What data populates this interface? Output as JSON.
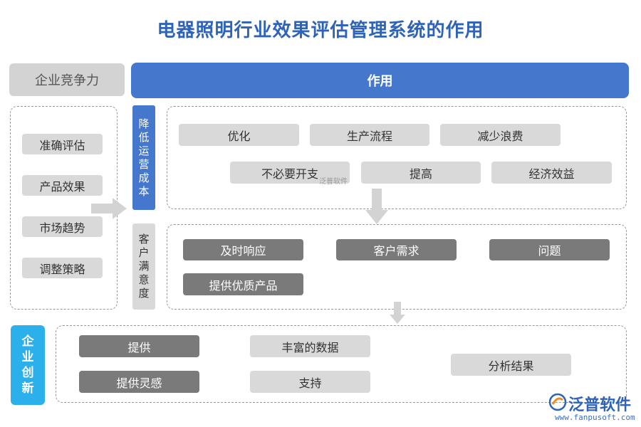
{
  "title": "电器照明行业效果评估管理系统的作用",
  "header": {
    "left": "企业竞争力",
    "right": "作用"
  },
  "left_items": [
    "准确评估",
    "产品效果",
    "市场趋势",
    "调整策略"
  ],
  "section1": {
    "label": "降低运营成本",
    "row1": [
      "优化",
      "生产流程",
      "减少浪费"
    ],
    "row2": [
      "不必要开支",
      "提高",
      "经济效益"
    ]
  },
  "section2": {
    "label": "客户满意度",
    "row1": [
      "及时响应",
      "客户需求",
      "问题"
    ],
    "row2": [
      "提供优质产品"
    ]
  },
  "section3": {
    "label": "企业创新",
    "col1": [
      "提供",
      "提供灵感"
    ],
    "col2": [
      "丰富的数据",
      "支持"
    ],
    "col3": [
      "分析结果"
    ]
  },
  "watermark": "泛普软件",
  "logo": {
    "name": "泛普软件",
    "url": "www.fanpusoft.com"
  },
  "colors": {
    "title": "#2e63b8",
    "primary_blue": "#4577cc",
    "cyan": "#2bb0ec",
    "pill_light": "#d9d9d9",
    "pill_dark": "#7a7a7a"
  }
}
